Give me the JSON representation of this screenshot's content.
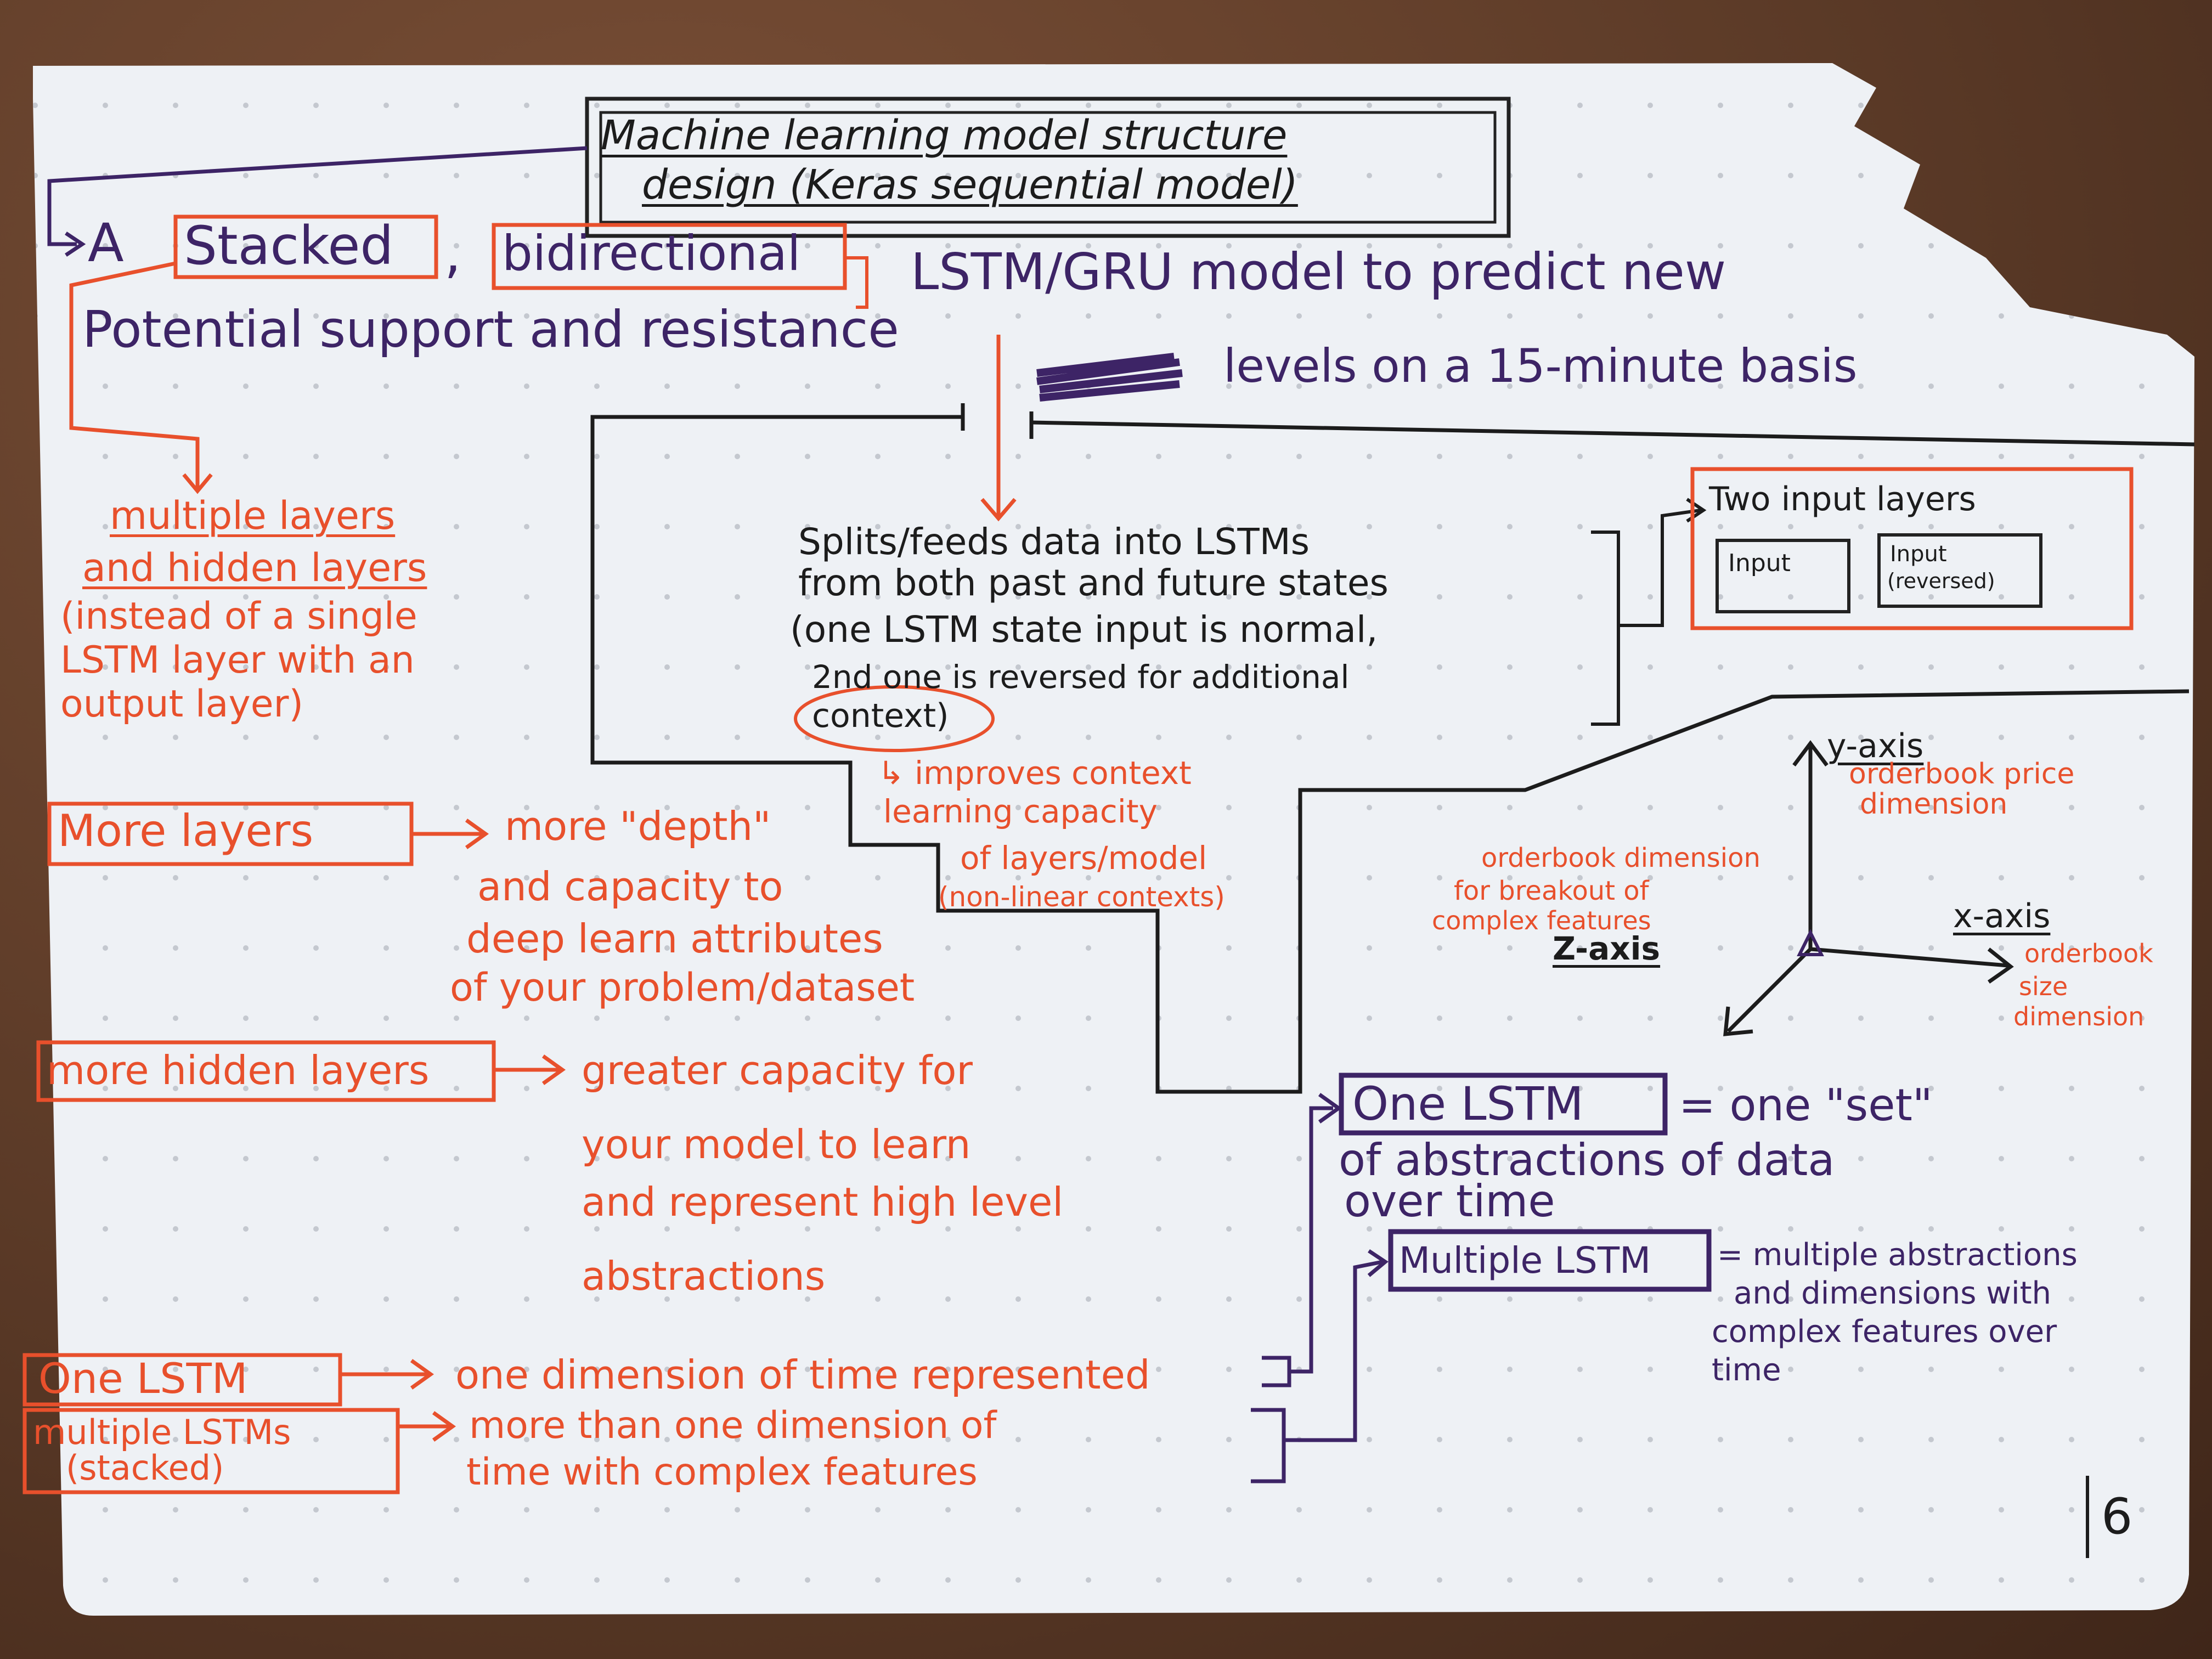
{
  "title": {
    "line1": "Machine learning model structure",
    "line2": "design (Keras sequential model)"
  },
  "headline": {
    "prefix": "A",
    "stacked": "Stacked",
    "comma": ",",
    "bidirectional": "bidirectional",
    "rest1": "LSTM/GRU model to predict new",
    "line2a": "Potential support and resistance",
    "line2b": "levels on a 15-minute basis"
  },
  "multiple_layers": {
    "heading1": "multiple layers",
    "heading2": "and hidden layers",
    "body": [
      "(instead of a single",
      "LSTM layer with an",
      "output layer)"
    ]
  },
  "splits": {
    "lines": [
      "Splits/feeds data into LSTMs",
      "from both past and future states",
      "(one LSTM state input is normal,",
      "2nd one is reversed for additional"
    ],
    "context": "context)",
    "improves": [
      "↳ improves context",
      "learning capacity",
      "of layers/model",
      "(non-linear contexts)"
    ]
  },
  "input_layers": {
    "title": "Two input layers",
    "input1": "Input",
    "input2a": "Input",
    "input2b": "(reversed)"
  },
  "more_layers": {
    "label": "More layers",
    "desc": [
      "more \"depth\"",
      "and capacity to",
      "deep learn attributes",
      "of your problem/dataset"
    ]
  },
  "more_hidden": {
    "label": "more hidden layers",
    "desc": [
      "greater capacity for",
      "your model to learn",
      "and represent high level",
      "abstractions"
    ]
  },
  "axes": {
    "y_title": "y-axis",
    "y_desc": [
      "orderbook price",
      "dimension"
    ],
    "z_desc": [
      "orderbook dimension",
      "for breakout of",
      "complex features"
    ],
    "z_title": "Z-axis",
    "x_title": "x-axis",
    "x_desc": [
      "orderbook",
      "size",
      "dimension"
    ]
  },
  "one_lstm_right": {
    "label": "One LSTM",
    "desc": [
      "= one \"set\"",
      "of abstractions of data",
      "over time"
    ]
  },
  "multiple_lstm_right": {
    "label": "Multiple LSTM",
    "desc": [
      "= multiple abstractions",
      "and dimensions with",
      "complex features over",
      "time"
    ]
  },
  "one_lstm_left": {
    "label": "One LSTM",
    "desc": "one dimension of time represented"
  },
  "multiple_lstms_left": {
    "label1": "multiple LSTMs",
    "label2": "(stacked)",
    "desc1": "more than one dimension of",
    "desc2": "time with complex features"
  },
  "page_number": "6",
  "colors": {
    "paper": "#eef1f5",
    "red_ink": "#e8502c",
    "purple_ink": "#3d2466",
    "black_ink": "#1c1c1c",
    "desk": "#5a3a28"
  }
}
